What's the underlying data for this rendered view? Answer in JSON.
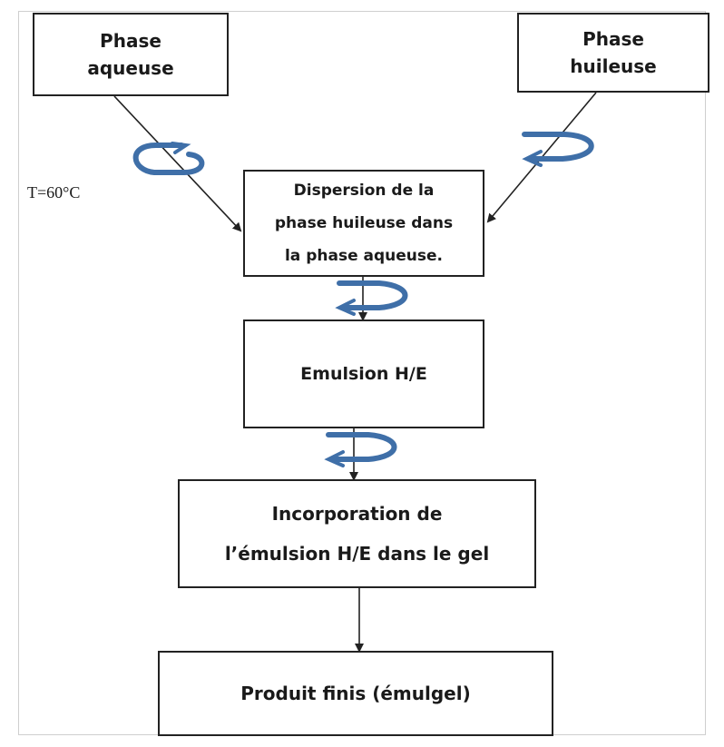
{
  "boxes": {
    "aqueous": [
      "Phase",
      "aqueuse"
    ],
    "oily": [
      "Phase",
      "huileuse"
    ],
    "dispersion": [
      "Dispersion de la",
      "phase huileuse dans",
      "la phase aqueuse."
    ],
    "emulsion": "Emulsion H/E",
    "incorporation": [
      "Incorporation de",
      "l’émulsion H/E dans le gel"
    ],
    "product": "Produit finis (émulgel)"
  },
  "temperature_label": "T=60°C",
  "icons": {
    "stirring": "rotation-arrow-icon"
  },
  "colors": {
    "stir_arrow": "#3f6fa8",
    "line": "#222222"
  }
}
